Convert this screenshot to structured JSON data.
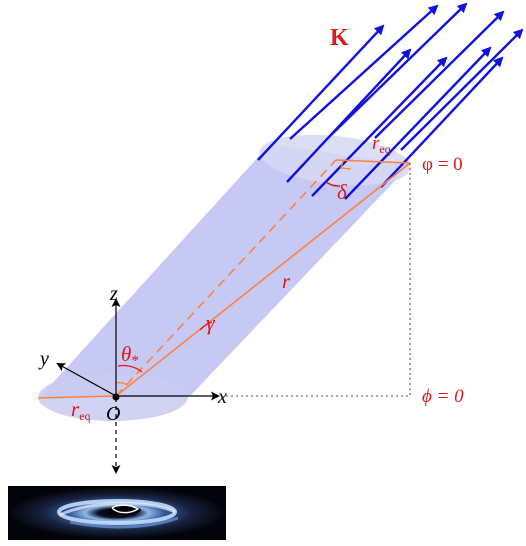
{
  "labels": {
    "K": "K",
    "varphi_eq": "φ = 0",
    "r_eq_top_base": "r",
    "r_eq_top_sub": "eq",
    "delta": "δ",
    "r": "r",
    "gamma": "γ",
    "z_axis": "z",
    "y_axis": "y",
    "x_axis": "x",
    "theta_base": "θ",
    "theta_sub": "*",
    "r_eq_bottom_base": "r",
    "r_eq_bottom_sub": "eq",
    "origin": "O",
    "phi_eq": "ϕ = 0"
  },
  "colors": {
    "blue": "#1010e0",
    "red": "#e01818",
    "orange": "#ff8040",
    "cylinder": "#a8acee",
    "black": "#000000"
  },
  "icons": {
    "accretion-disk-image": "black hole accretion disk (dark blue swirl)"
  }
}
